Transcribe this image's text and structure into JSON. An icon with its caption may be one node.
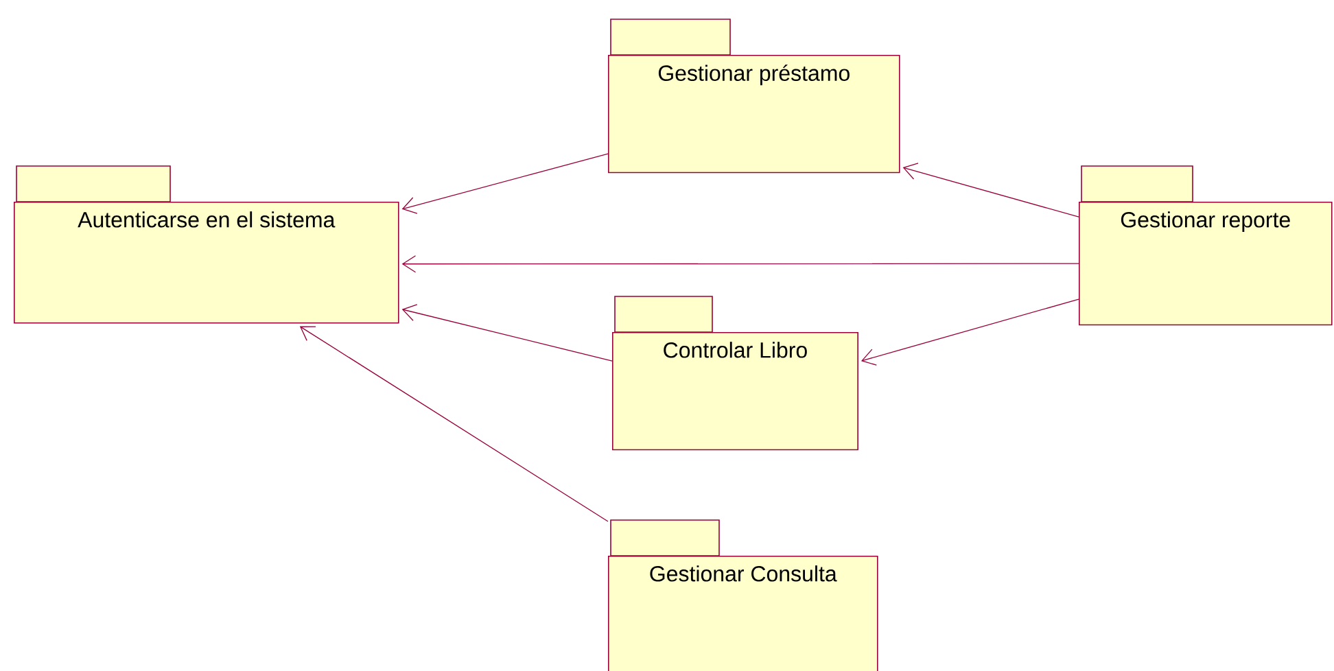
{
  "diagram": {
    "nodes": [
      {
        "text": [
          "Gestionar préstamo"
        ]
      },
      {
        "text": [
          "Autenticarse en el sistema"
        ]
      },
      {
        "text": [
          "Gestionar reporte"
        ]
      },
      {
        "text": [
          "Controlar Libro"
        ]
      },
      {
        "text": [
          "Gestionar Consulta"
        ]
      }
    ],
    "edges": [
      {
        "from": 0,
        "to": 1,
        "arrow": "to"
      },
      {
        "from": 2,
        "to": 1,
        "arrow": "to"
      },
      {
        "from": 3,
        "to": 1,
        "arrow": "to"
      },
      {
        "from": 4,
        "to": 1,
        "arrow": "to"
      },
      {
        "from": 2,
        "to": 0,
        "arrow": "to"
      },
      {
        "from": 2,
        "to": 3,
        "arrow": "to"
      }
    ]
  }
}
